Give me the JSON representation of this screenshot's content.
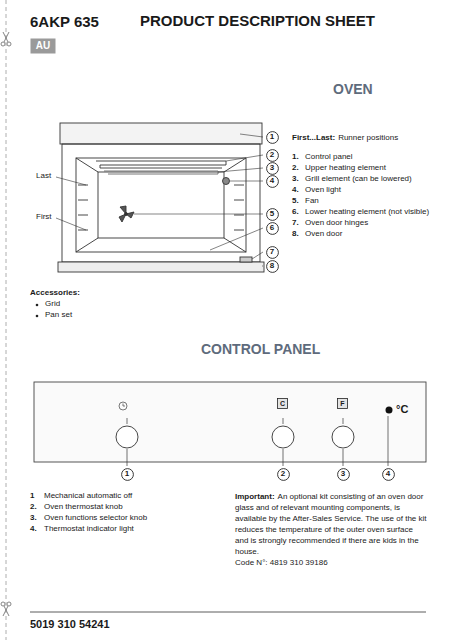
{
  "diagram": {
    "title": "PRODUCT DESCRIPTION SHEET",
    "nodes": [
      {
        "text": [
          "AU"
        ]
      },
      {
        "text": [
          "1"
        ]
      },
      {
        "text": [
          "2"
        ]
      },
      {
        "text": [
          "3"
        ]
      },
      {
        "text": [
          "4"
        ]
      },
      {
        "text": [
          "5"
        ]
      },
      {
        "text": [
          "6"
        ]
      },
      {
        "text": [
          "7"
        ]
      },
      {
        "text": [
          "8"
        ]
      },
      {
        "text": [
          "1"
        ]
      },
      {
        "text": [
          "2"
        ]
      },
      {
        "text": [
          "3"
        ]
      },
      {
        "text": [
          "4"
        ]
      },
      {
        "text": [
          "C"
        ]
      },
      {
        "text": [
          "F"
        ]
      }
    ],
    "labels": [
      "6AKP 635",
      "OVEN",
      "Last",
      "First",
      "First...Last:",
      "Runner positions",
      "1.",
      "Control panel",
      "2.",
      "Upper heating element",
      "3.",
      "Grill element (can be lowered)",
      "4.",
      "Oven light",
      "5.",
      "Fan",
      "6.",
      "Lower heating element (not visible)",
      "7.",
      "Oven door hinges",
      "8.",
      "Oven door",
      "Accessories:",
      "Grid",
      "Pan set",
      "CONTROL PANEL",
      "°C",
      "1",
      "Mechanical automatic off",
      "2.",
      "Oven thermostat knob",
      "3.",
      "Oven functions selector knob",
      "4.",
      "Thermostat indicator light",
      "Important:",
      "An optional kit consisting of an oven door glass and of relevant mounting components, is available by the After-Sales Service. The use of the kit reduces the temperature of the outer oven surface and is strongly recommended if there are kids in the house.",
      "Code N°: 4819 310 39186",
      "5019 310 54241"
    ]
  }
}
